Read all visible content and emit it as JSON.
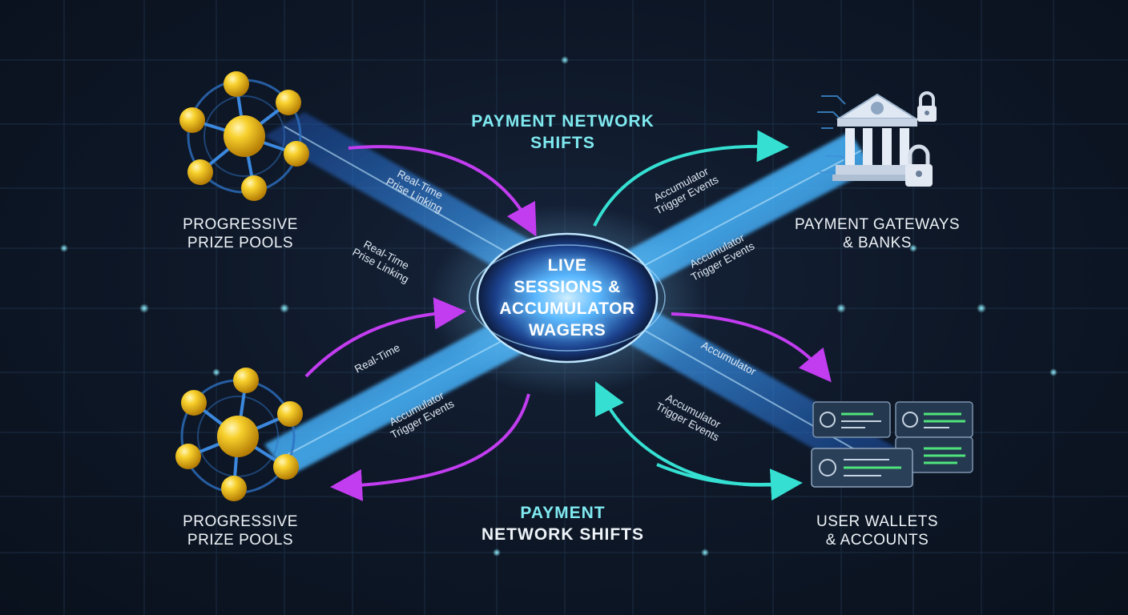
{
  "center": {
    "lines": [
      "Live",
      "Sessions &",
      "Accumulator",
      "Wagers"
    ]
  },
  "top_heading": {
    "lines": [
      "Payment Network",
      "Shifts"
    ]
  },
  "bottom_heading": {
    "lines": [
      "Payment",
      "Network Shifts"
    ]
  },
  "nodes": {
    "top_left": {
      "lines": [
        "Progressive",
        "Prize Pools"
      ],
      "icon": "network-nodes-icon"
    },
    "bottom_left": {
      "lines": [
        "Progressive",
        "Prize Pools"
      ],
      "icon": "network-nodes-icon"
    },
    "top_right": {
      "lines": [
        "Payment Gateways",
        "& Banks"
      ],
      "icon": "bank-lock-icon"
    },
    "bottom_right": {
      "lines": [
        "User Wallets",
        "& Accounts"
      ],
      "icon": "wallet-cards-icon"
    }
  },
  "beam_labels": {
    "tl_1": [
      "Real-Time",
      "Prise Linking"
    ],
    "tl_2": [
      "Real-Time",
      "Prise Linking"
    ],
    "bl_1": [
      "Real-Time"
    ],
    "bl_2": [
      "Accumulator",
      "Trigger Events"
    ],
    "tr_1": [
      "Accumulator",
      "Trigger Events"
    ],
    "tr_2": [
      "Accumulator",
      "Trigger Events"
    ],
    "br_1": [
      "Accumulator"
    ],
    "br_2": [
      "Accumulator",
      "Trigger Events"
    ]
  },
  "colors": {
    "background": "#0e1828",
    "beam": "#3aa0ff",
    "arrow_magenta": "#c23cf0",
    "arrow_cyan": "#35e0d2",
    "gold": "#f2c21b",
    "heading_accent": "#7fe9f0"
  }
}
